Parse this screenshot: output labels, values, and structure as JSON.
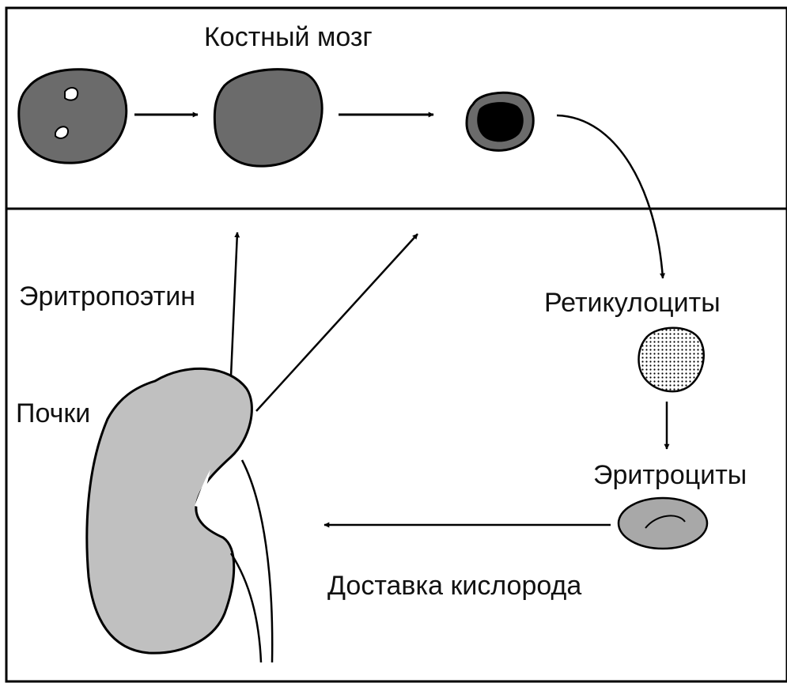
{
  "labels": {
    "bone_marrow": "Костный мозг",
    "erythropoietin": "Эритропоэтин",
    "kidneys": "Почки",
    "reticulocytes": "Ретикулоциты",
    "erythrocytes": "Эритроциты",
    "oxygen_delivery": "Доставка кислорода"
  },
  "colors": {
    "stroke": "#000000",
    "cell_fill": "#6b6b6b",
    "nucleus_fill": "#000000",
    "kidney_fill": "#c0c0c0",
    "erythrocyte_fill": "#a8a8a8",
    "background": "#ffffff"
  }
}
